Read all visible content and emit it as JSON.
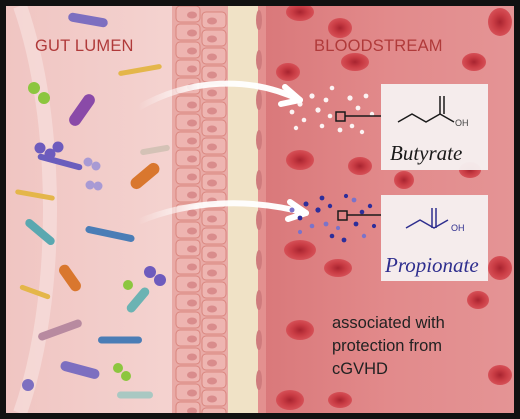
{
  "labels": {
    "gut_lumen": "GUT LUMEN",
    "bloodstream": "BLOODSTREAM"
  },
  "molecules": [
    {
      "name": "Butyrate",
      "hydroxyl": "OH",
      "color": "#1a1a1a"
    },
    {
      "name": "Propionate",
      "hydroxyl": "OH",
      "color": "#2e2e8e"
    }
  ],
  "association_note": {
    "lines": [
      "associated with",
      "protection from",
      "cGVHD"
    ]
  },
  "colors": {
    "frame": "#111111",
    "lumen_bg": "#f1c9c6",
    "blood_bg": "#d56a6d",
    "red_blood_cell": "#c23a40",
    "epithelium": "#e8a5a1",
    "lamina_propria": "#efe0c4",
    "label_red": "#b03a3a",
    "butyrate_dots": "#ffffff",
    "propionate_dots": "#2e2e9a"
  },
  "icons": [
    "bacteria-icon",
    "red-blood-cell-icon",
    "arrow-icon",
    "butyrate-structure-icon",
    "propionate-structure-icon"
  ]
}
